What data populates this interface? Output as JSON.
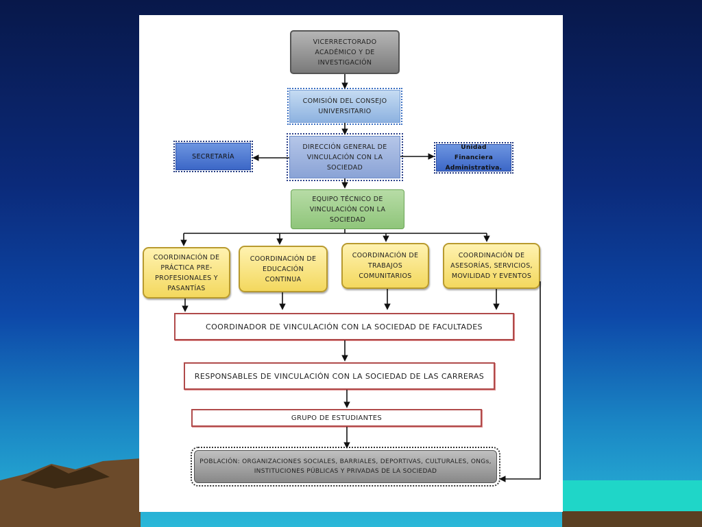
{
  "nodes": {
    "vicerrectorado": "VICERRECTORADO ACADÉMICO Y DE INVESTIGACIÓN",
    "comision": "COMISIÓN DEL CONSEJO UNIVERSITARIO",
    "direccion": "DIRECCIÓN GENERAL DE VINCULACIÓN CON LA SOCIEDAD",
    "secretaria": "SECRETARÍA",
    "unidad_financiera": "Unidad Financiera Administrativa.",
    "equipo_tecnico": "EQUIPO TÉCNICO DE VINCULACIÓN CON LA SOCIEDAD",
    "coord_practica": "COORDINACIÓN DE PRÁCTICA PRE-PROFESIONALES Y PASANTÍAS",
    "coord_educacion": "COORDINACIÓN DE EDUCACIÓN CONTINUA",
    "coord_trabajos": "COORDINACIÓN DE TRABAJOS COMUNITARIOS",
    "coord_asesorias": "COORDINACIÓN DE ASESORÍAS, SERVICIOS, MOVILIDAD Y EVENTOS",
    "coordinador_facultades": "COORDINADOR DE VINCULACIÓN CON LA SOCIEDAD DE FACULTADES",
    "responsables_carreras": "RESPONSABLES DE VINCULACIÓN CON LA SOCIEDAD DE LAS CARRERAS",
    "grupo_estudiantes": "GRUPO DE ESTUDIANTES",
    "poblacion": "POBLACIÓN: ORGANIZACIONES SOCIALES, BARRIALES, DEPORTIVAS, CULTURALES, ONGs, INSTITUCIONES PÚBLICAS Y PRIVADAS DE LA SOCIEDAD"
  },
  "colors": {
    "connector": "#111111",
    "red_border": "#b04a4a",
    "yellow_fill": "#f3d85e"
  }
}
